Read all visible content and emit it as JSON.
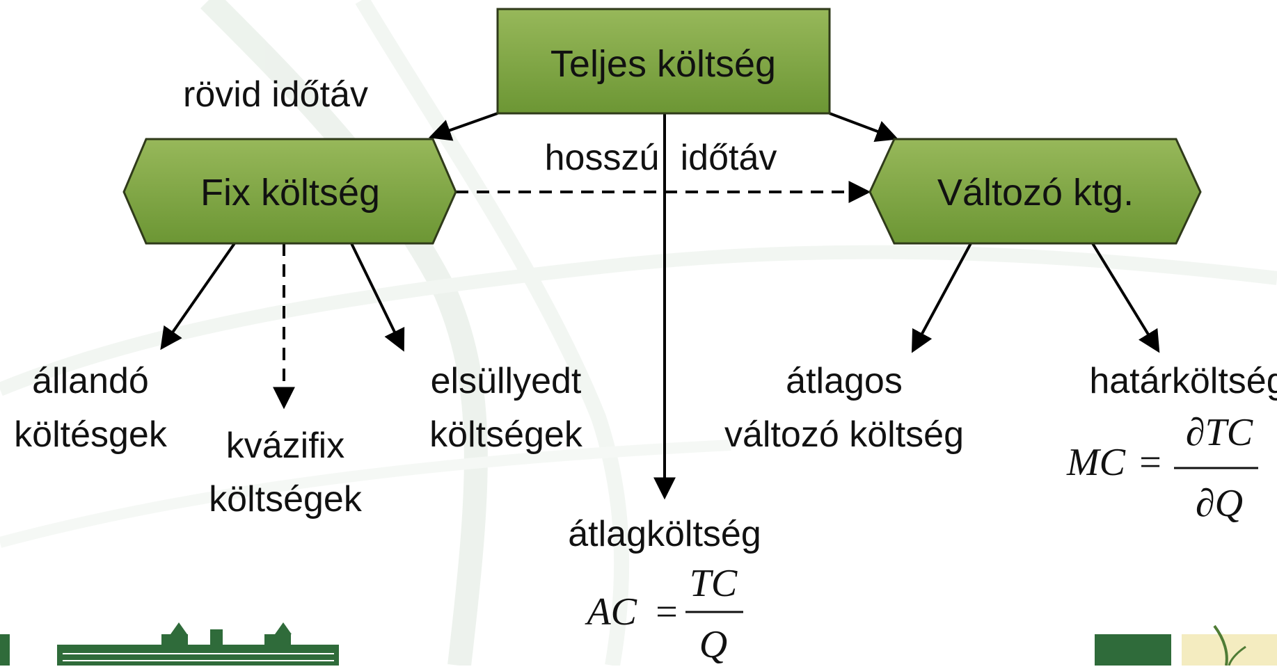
{
  "nodes": {
    "total": "Teljes költség",
    "fixed": "Fix költség",
    "variable": "Változó ktg."
  },
  "labels": {
    "short_run": "rövid időtáv",
    "long_run_a": "hosszú",
    "long_run_b": "időtáv",
    "constant_1": "állandó",
    "constant_2": "költésgek",
    "quasi_1": "kvázifix",
    "quasi_2": "költségek",
    "sunk_1": "elsüllyedt",
    "sunk_2": "költségek",
    "average_cost": "átlagköltség",
    "avc_1": "átlagos",
    "avc_2": "változó költség",
    "marginal": "határköltség"
  },
  "formulas": {
    "ac_lhs": "AC",
    "ac_eq": "=",
    "ac_num": "TC",
    "ac_den": "Q",
    "mc_lhs": "MC",
    "mc_eq": "=",
    "mc_num": "∂TC",
    "mc_den": "∂Q"
  },
  "colors": {
    "box_fill_top": "#8fb050",
    "box_fill_bottom": "#6e9a36",
    "box_stroke": "#2f3a1a",
    "logo_green": "#2f6b3a",
    "bg_curve": "#e3ede3"
  },
  "logos": {
    "left_icon": "university-building-logo",
    "right_icon": "faculty-leaf-logo"
  }
}
